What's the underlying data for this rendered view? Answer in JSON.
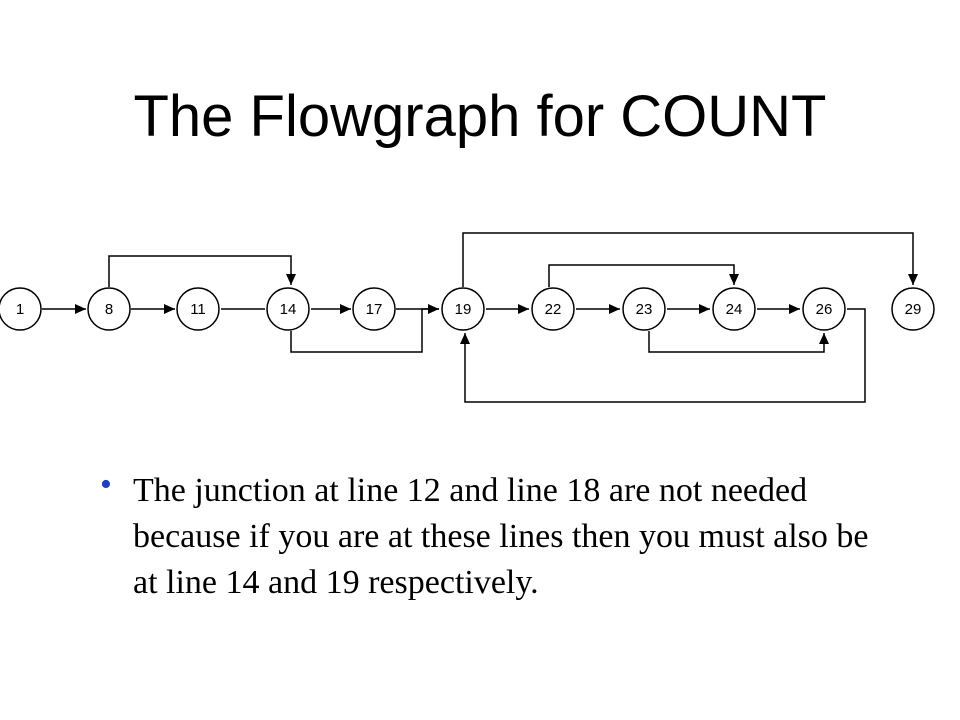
{
  "slide": {
    "title": "The Flowgraph for COUNT",
    "bullets": [
      {
        "text": "The junction at line 12 and line 18 are not needed because if you are at these lines then you must also be at line 14 and 19 respectively.",
        "bullet_color": "#1f3fbf"
      }
    ]
  },
  "diagram": {
    "nodes": [
      "1",
      "8",
      "11",
      "14",
      "17",
      "19",
      "22",
      "23",
      "24",
      "26",
      "29"
    ],
    "edges": [
      {
        "from": "1",
        "to": "8"
      },
      {
        "from": "8",
        "to": "11"
      },
      {
        "from": "8",
        "to": "14"
      },
      {
        "from": "11",
        "to": "14"
      },
      {
        "from": "14",
        "to": "17"
      },
      {
        "from": "14",
        "to": "19"
      },
      {
        "from": "17",
        "to": "19"
      },
      {
        "from": "19",
        "to": "22"
      },
      {
        "from": "19",
        "to": "29"
      },
      {
        "from": "22",
        "to": "23"
      },
      {
        "from": "22",
        "to": "24"
      },
      {
        "from": "23",
        "to": "24"
      },
      {
        "from": "23",
        "to": "26"
      },
      {
        "from": "24",
        "to": "26"
      },
      {
        "from": "26",
        "to": "19"
      }
    ]
  }
}
